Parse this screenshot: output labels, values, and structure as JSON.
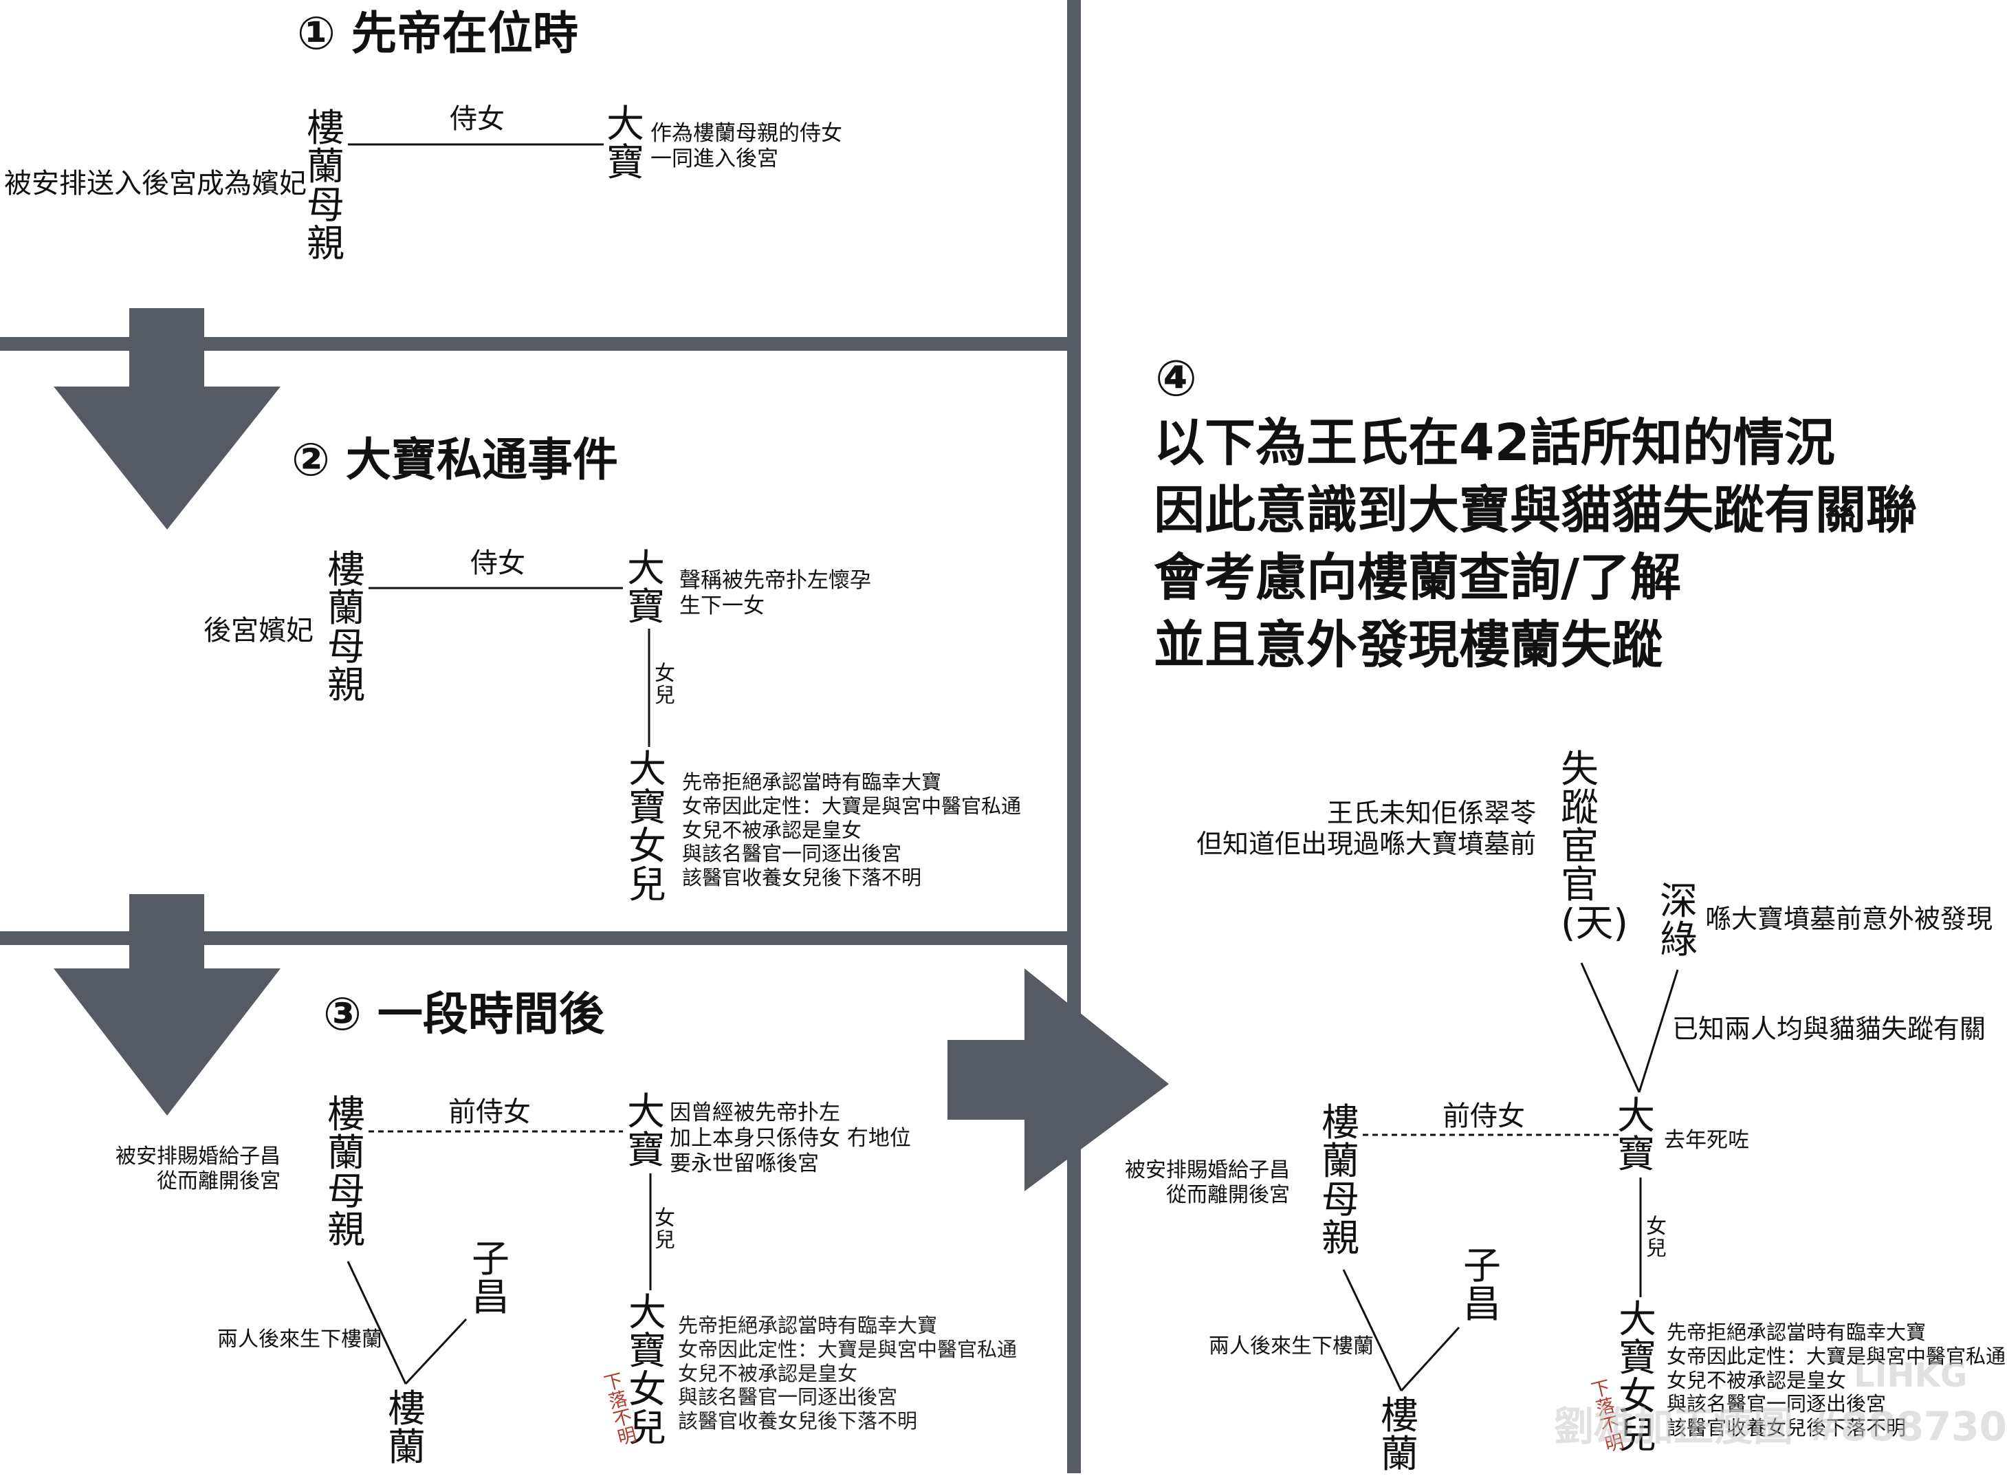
{
  "colors": {
    "arrow": "#555a63",
    "divider": "#555a63",
    "line": "#111111",
    "accent_red": "#b23a2e"
  },
  "panel1": {
    "title": "① 先帝在位時",
    "loulan_mother": "樓\n蘭\n母\n親",
    "mother_note": "被安排送入後宮成為嬪妃",
    "rel": "侍女",
    "dabao": "大\n寶",
    "dabao_note": "作為樓蘭母親的侍女\n一同進入後宮"
  },
  "panel2": {
    "title": "② 大寶私通事件",
    "loulan_mother": "樓\n蘭\n母\n親",
    "mother_note": "後宮嬪妃",
    "rel": "侍女",
    "dabao": "大\n寶",
    "dabao_note": "聲稱被先帝扑左懷孕\n生下一女",
    "daughter_rel": "女\n兒",
    "daughter": "大\n寶\n女\n兒",
    "daughter_note": "先帝拒絕承認當時有臨幸大寶\n女帝因此定性：大寶是與宮中醫官私通\n女兒不被承認是皇女\n與該名醫官一同逐出後宮\n該醫官收養女兒後下落不明"
  },
  "panel3": {
    "title": "③ 一段時間後",
    "loulan_mother": "樓\n蘭\n母\n親",
    "mother_note": "被安排賜婚給子昌\n從而離開後宮",
    "rel": "前侍女",
    "dabao": "大\n寶",
    "dabao_note": "因曾經被先帝扑左\n加上本身只係侍女 冇地位\n要永世留喺後宮",
    "daughter_rel": "女\n兒",
    "daughter": "大\n寶\n女\n兒",
    "daughter_note": "先帝拒絕承認當時有臨幸大寶\n女帝因此定性：大寶是與宮中醫官私通\n女兒不被承認是皇女\n與該名醫官一同逐出後宮\n該醫官收養女兒後下落不明",
    "missing": "下落不明",
    "zichang": "子\n昌",
    "children_note": "兩人後來生下樓蘭",
    "loulan": "樓\n蘭"
  },
  "panel4": {
    "number": "④",
    "lines": [
      "以下為王氏在42話所知的情況",
      "因此意識到大寶與貓貓失蹤有關聯",
      "會考慮向樓蘭查詢/了解",
      "並且意外發現樓蘭失蹤"
    ],
    "shisong": "失\n蹤\n宦\n官\n(天)",
    "shisong_note": "王氏未知佢係翠苓\n但知道佢出現過喺大寶墳墓前",
    "shenlu": "深\n綠",
    "shenlu_note": "喺大寶墳墓前意外被發現",
    "both_note": "已知兩人均與貓貓失蹤有關",
    "loulan_mother": "樓\n蘭\n母\n親",
    "mother_note": "被安排賜婚給子昌\n從而離開後宮",
    "rel": "前侍女",
    "dabao": "大\n寶",
    "dabao_note": "去年死咗",
    "daughter_rel": "女\n兒",
    "daughter": "大\n寶\n女\n兒",
    "daughter_note": "先帝拒絕承認當時有臨幸大寶\n女帝因此定性：大寶是與宮中醫官私通\n女兒不被承認是皇女\n與該名醫官一同逐出後宮\n該醫官收養女兒後下落不明",
    "missing": "下落不明",
    "zichang": "子\n昌",
    "children_note": "兩人後來生下樓蘭",
    "loulan": "樓\n蘭"
  },
  "watermark": {
    "line1": "LIHKG",
    "line2": "劉雄加正瘦圖 #888730"
  }
}
